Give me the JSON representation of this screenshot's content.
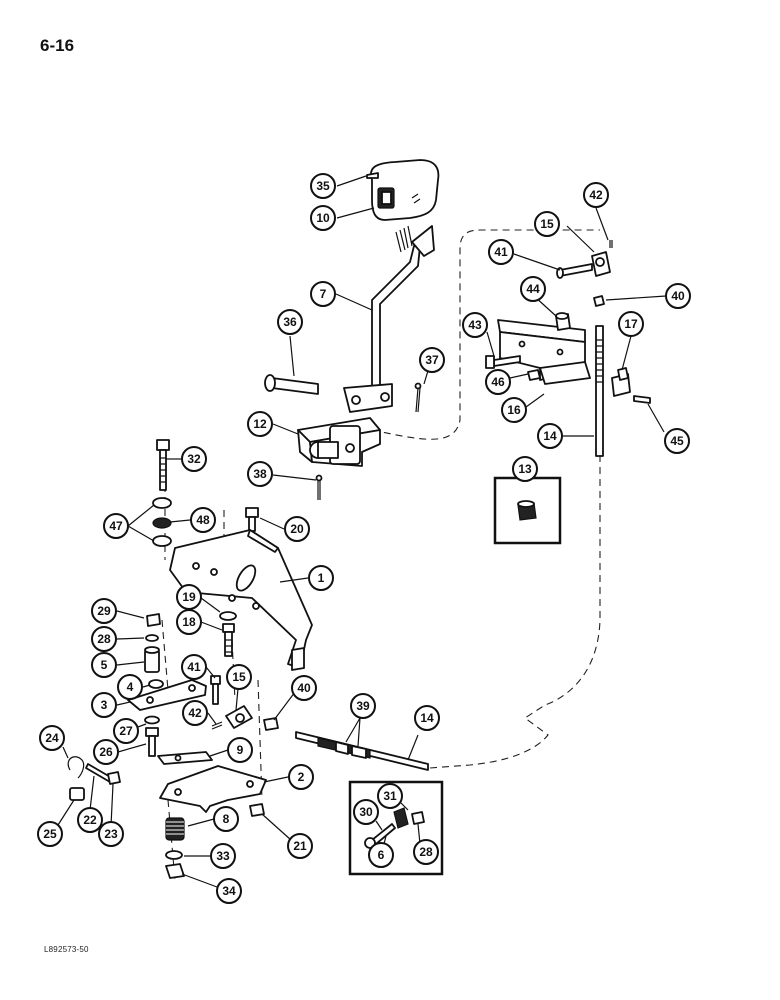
{
  "page": {
    "number": "6-16",
    "doc_code": "L892573-50"
  },
  "callouts": {
    "c1": "1",
    "c2": "2",
    "c3": "3",
    "c4": "4",
    "c5": "5",
    "c6": "6",
    "c7": "7",
    "c8": "8",
    "c9": "9",
    "c10": "10",
    "c12": "12",
    "c13": "13",
    "c14a": "14",
    "c14b": "14",
    "c15a": "15",
    "c15b": "15",
    "c16": "16",
    "c17": "17",
    "c18": "18",
    "c19": "19",
    "c20": "20",
    "c21": "21",
    "c22": "22",
    "c23": "23",
    "c24": "24",
    "c25": "25",
    "c26": "26",
    "c27": "27",
    "c28a": "28",
    "c28b": "28",
    "c29": "29",
    "c30": "30",
    "c31": "31",
    "c32": "32",
    "c33": "33",
    "c34": "34",
    "c35": "35",
    "c36": "36",
    "c37": "37",
    "c38": "38",
    "c39": "39",
    "c40a": "40",
    "c40b": "40",
    "c41a": "41",
    "c41b": "41",
    "c42a": "42",
    "c42b": "42",
    "c43": "43",
    "c44": "44",
    "c45": "45",
    "c46": "46",
    "c47": "47",
    "c48": "48"
  }
}
